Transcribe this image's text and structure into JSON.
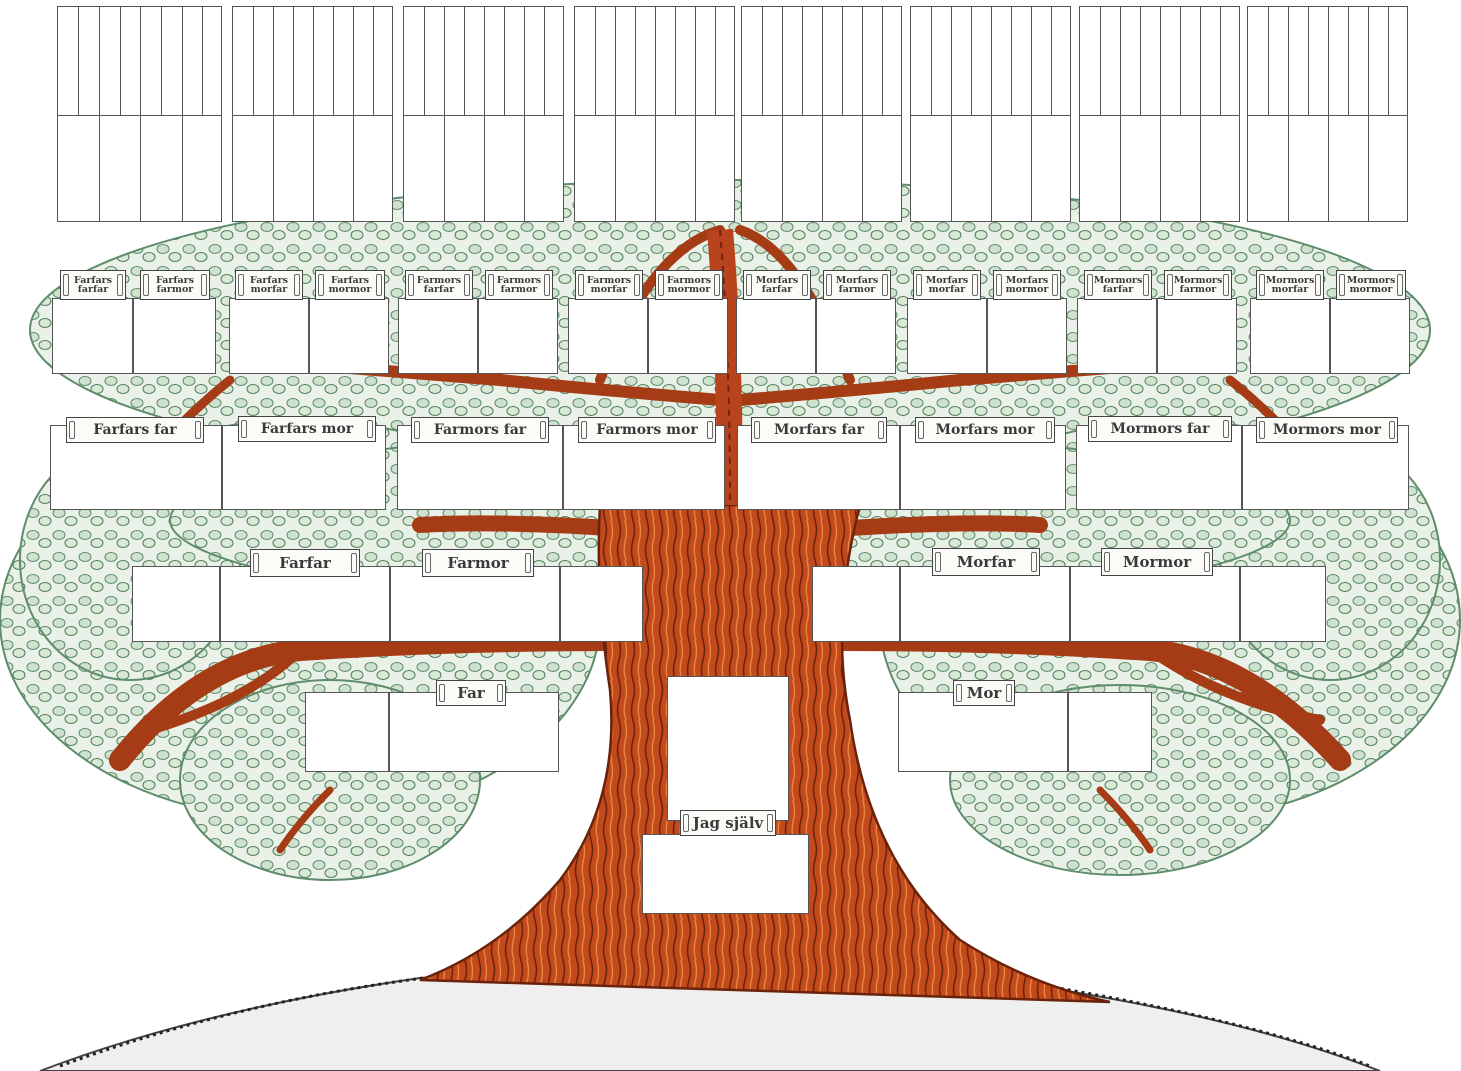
{
  "labels": {
    "self": "Jag själv",
    "parents": [
      "Far",
      "Mor"
    ],
    "grandparents": [
      "Farfar",
      "Farmor",
      "Morfar",
      "Mormor"
    ],
    "great_grandparents": [
      "Farfars far",
      "Farfars mor",
      "Farmors far",
      "Farmors mor",
      "Morfars far",
      "Morfars mor",
      "Mormors far",
      "Mormors mor"
    ],
    "great_great_grandparents": [
      "Farfars farfar",
      "Farfars farmor",
      "Farfars morfar",
      "Farfars mormor",
      "Farmors farfar",
      "Farmors farmor",
      "Farmors morfar",
      "Farmors mormor",
      "Morfars farfar",
      "Morfars farmor",
      "Morfars morfar",
      "Morfars mormor",
      "Mormors farfar",
      "Mormors farmor",
      "Mormors morfar",
      "Mormors mormor"
    ]
  },
  "colors": {
    "trunk": "#b8431c",
    "trunk_dark": "#7a2a10",
    "trunk_light": "#e07a3a",
    "foliage": "#d8e6d8",
    "foliage_edge": "#5f8c6a",
    "ground": "#e6e6e6",
    "box_border": "#555555"
  }
}
